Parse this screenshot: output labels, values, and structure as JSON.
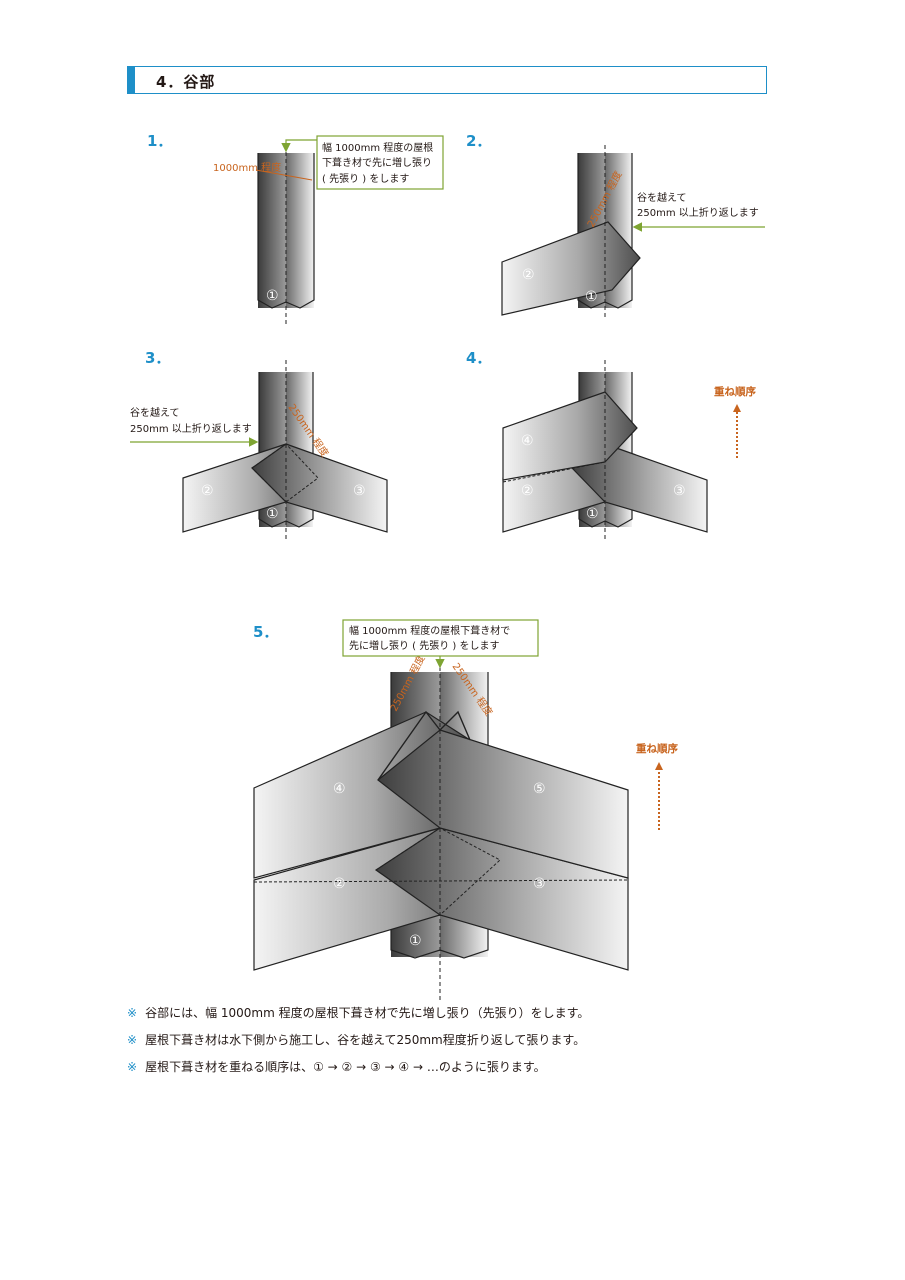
{
  "section": {
    "title": "4．谷部"
  },
  "steps": [
    {
      "num": "1．",
      "note": [
        "幅 1000mm 程度の屋根",
        "下葺き材で先に増し張り",
        "( 先張り ) をします"
      ],
      "dim": "1000mm 程度",
      "sheets": [
        "①"
      ]
    },
    {
      "num": "2．",
      "note": [
        "谷を越えて",
        "250mm 以上折り返します"
      ],
      "dim": "250mm 程度",
      "sheets": [
        "①",
        "②"
      ]
    },
    {
      "num": "3．",
      "note": [
        "谷を越えて",
        "250mm 以上折り返します"
      ],
      "dim": "250mm 程度",
      "sheets": [
        "①",
        "②",
        "③"
      ]
    },
    {
      "num": "4．",
      "order": "重ね順序",
      "sheets": [
        "①",
        "②",
        "③",
        "④"
      ]
    },
    {
      "num": "5．",
      "note": [
        "幅 1000mm 程度の屋根下葺き材で",
        "先に増し張り ( 先張り ) をします"
      ],
      "dim": "250mm 程度",
      "order": "重ね順序",
      "sheets": [
        "①",
        "②",
        "③",
        "④",
        "⑤"
      ]
    }
  ],
  "notes": [
    {
      "mark": "※",
      "text": "谷部には、幅 1000mm 程度の屋根下葺き材で先に増し張り（先張り）をします。"
    },
    {
      "mark": "※",
      "text": "屋根下葺き材は水下側から施工し、谷を越えて250mm程度折り返して張ります。"
    },
    {
      "mark": "※",
      "text": "屋根下葺き材を重ねる順序は、① → ② → ③ → ④ → …のように張ります。"
    }
  ],
  "colors": {
    "accent": "#1e8fc8",
    "green": "#7ea432",
    "orange": "#c8641e"
  }
}
